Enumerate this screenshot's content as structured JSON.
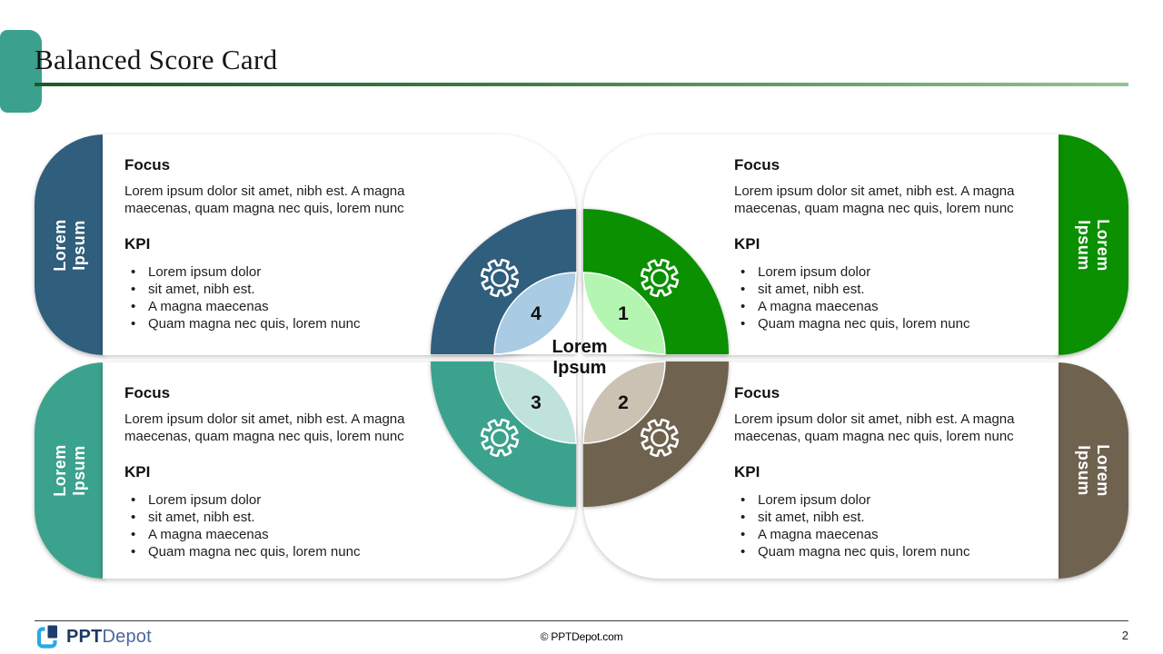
{
  "slide": {
    "title": "Balanced Score Card",
    "page_number": "2"
  },
  "colors": {
    "accent_corner_tab": "#3ba18c",
    "title_rule_start": "#1d5a2b",
    "title_rule_end": "#90c695",
    "quadrant_dark": [
      "#305e7d",
      "#0a9000",
      "#3ba28d",
      "#6f6350"
    ],
    "quadrant_light": [
      "#a9cbe4",
      "#b4f5b2",
      "#bfe2dc",
      "#ccc2b3"
    ],
    "logo_blue_dark": "#1c3e6e",
    "logo_blue_light": "#29a9e1"
  },
  "quadrants": [
    {
      "position": "top-left",
      "number": "4",
      "color": "#305e7d",
      "light_color": "#a9cbe4",
      "tab_line1": "Lorem",
      "tab_line2": "Ipsum",
      "focus_title": "Focus",
      "focus_body": "Lorem ipsum dolor sit amet, nibh est. A magna maecenas, quam magna nec quis, lorem nunc",
      "kpi_title": "KPI",
      "kpi_items": [
        "Lorem ipsum dolor",
        "sit amet, nibh est.",
        "A magna maecenas",
        "Quam magna nec quis, lorem nunc"
      ]
    },
    {
      "position": "top-right",
      "number": "1",
      "color": "#0a9000",
      "light_color": "#b4f5b2",
      "tab_line1": "Lorem",
      "tab_line2": "Ipsum",
      "focus_title": "Focus",
      "focus_body": "Lorem ipsum dolor sit amet, nibh est. A magna maecenas, quam magna nec quis, lorem nunc",
      "kpi_title": "KPI",
      "kpi_items": [
        "Lorem ipsum dolor",
        "sit amet, nibh est.",
        "A magna maecenas",
        "Quam magna nec quis, lorem nunc"
      ]
    },
    {
      "position": "bottom-left",
      "number": "3",
      "color": "#3ba28d",
      "light_color": "#bfe2dc",
      "tab_line1": "Lorem",
      "tab_line2": "Ipsum",
      "focus_title": "Focus",
      "focus_body": "Lorem ipsum dolor sit amet, nibh est. A magna maecenas, quam magna nec quis, lorem nunc",
      "kpi_title": "KPI",
      "kpi_items": [
        "Lorem ipsum dolor",
        "sit amet, nibh est.",
        "A magna maecenas",
        "Quam magna nec quis, lorem nunc"
      ]
    },
    {
      "position": "bottom-right",
      "number": "2",
      "color": "#6f6350",
      "light_color": "#ccc2b3",
      "tab_line1": "Lorem",
      "tab_line2": "Ipsum",
      "focus_title": "Focus",
      "focus_body": "Lorem ipsum dolor sit amet, nibh est. A magna maecenas, quam magna nec quis, lorem nunc",
      "kpi_title": "KPI",
      "kpi_items": [
        "Lorem ipsum dolor",
        "sit amet, nibh est.",
        "A magna maecenas",
        "Quam magna nec quis, lorem nunc"
      ]
    }
  ],
  "center": {
    "line1": "Lorem",
    "line2": "Ipsum"
  },
  "footer": {
    "logo_bold": "PPT",
    "logo_light": "Depot",
    "copyright": "© PPTDepot.com"
  }
}
